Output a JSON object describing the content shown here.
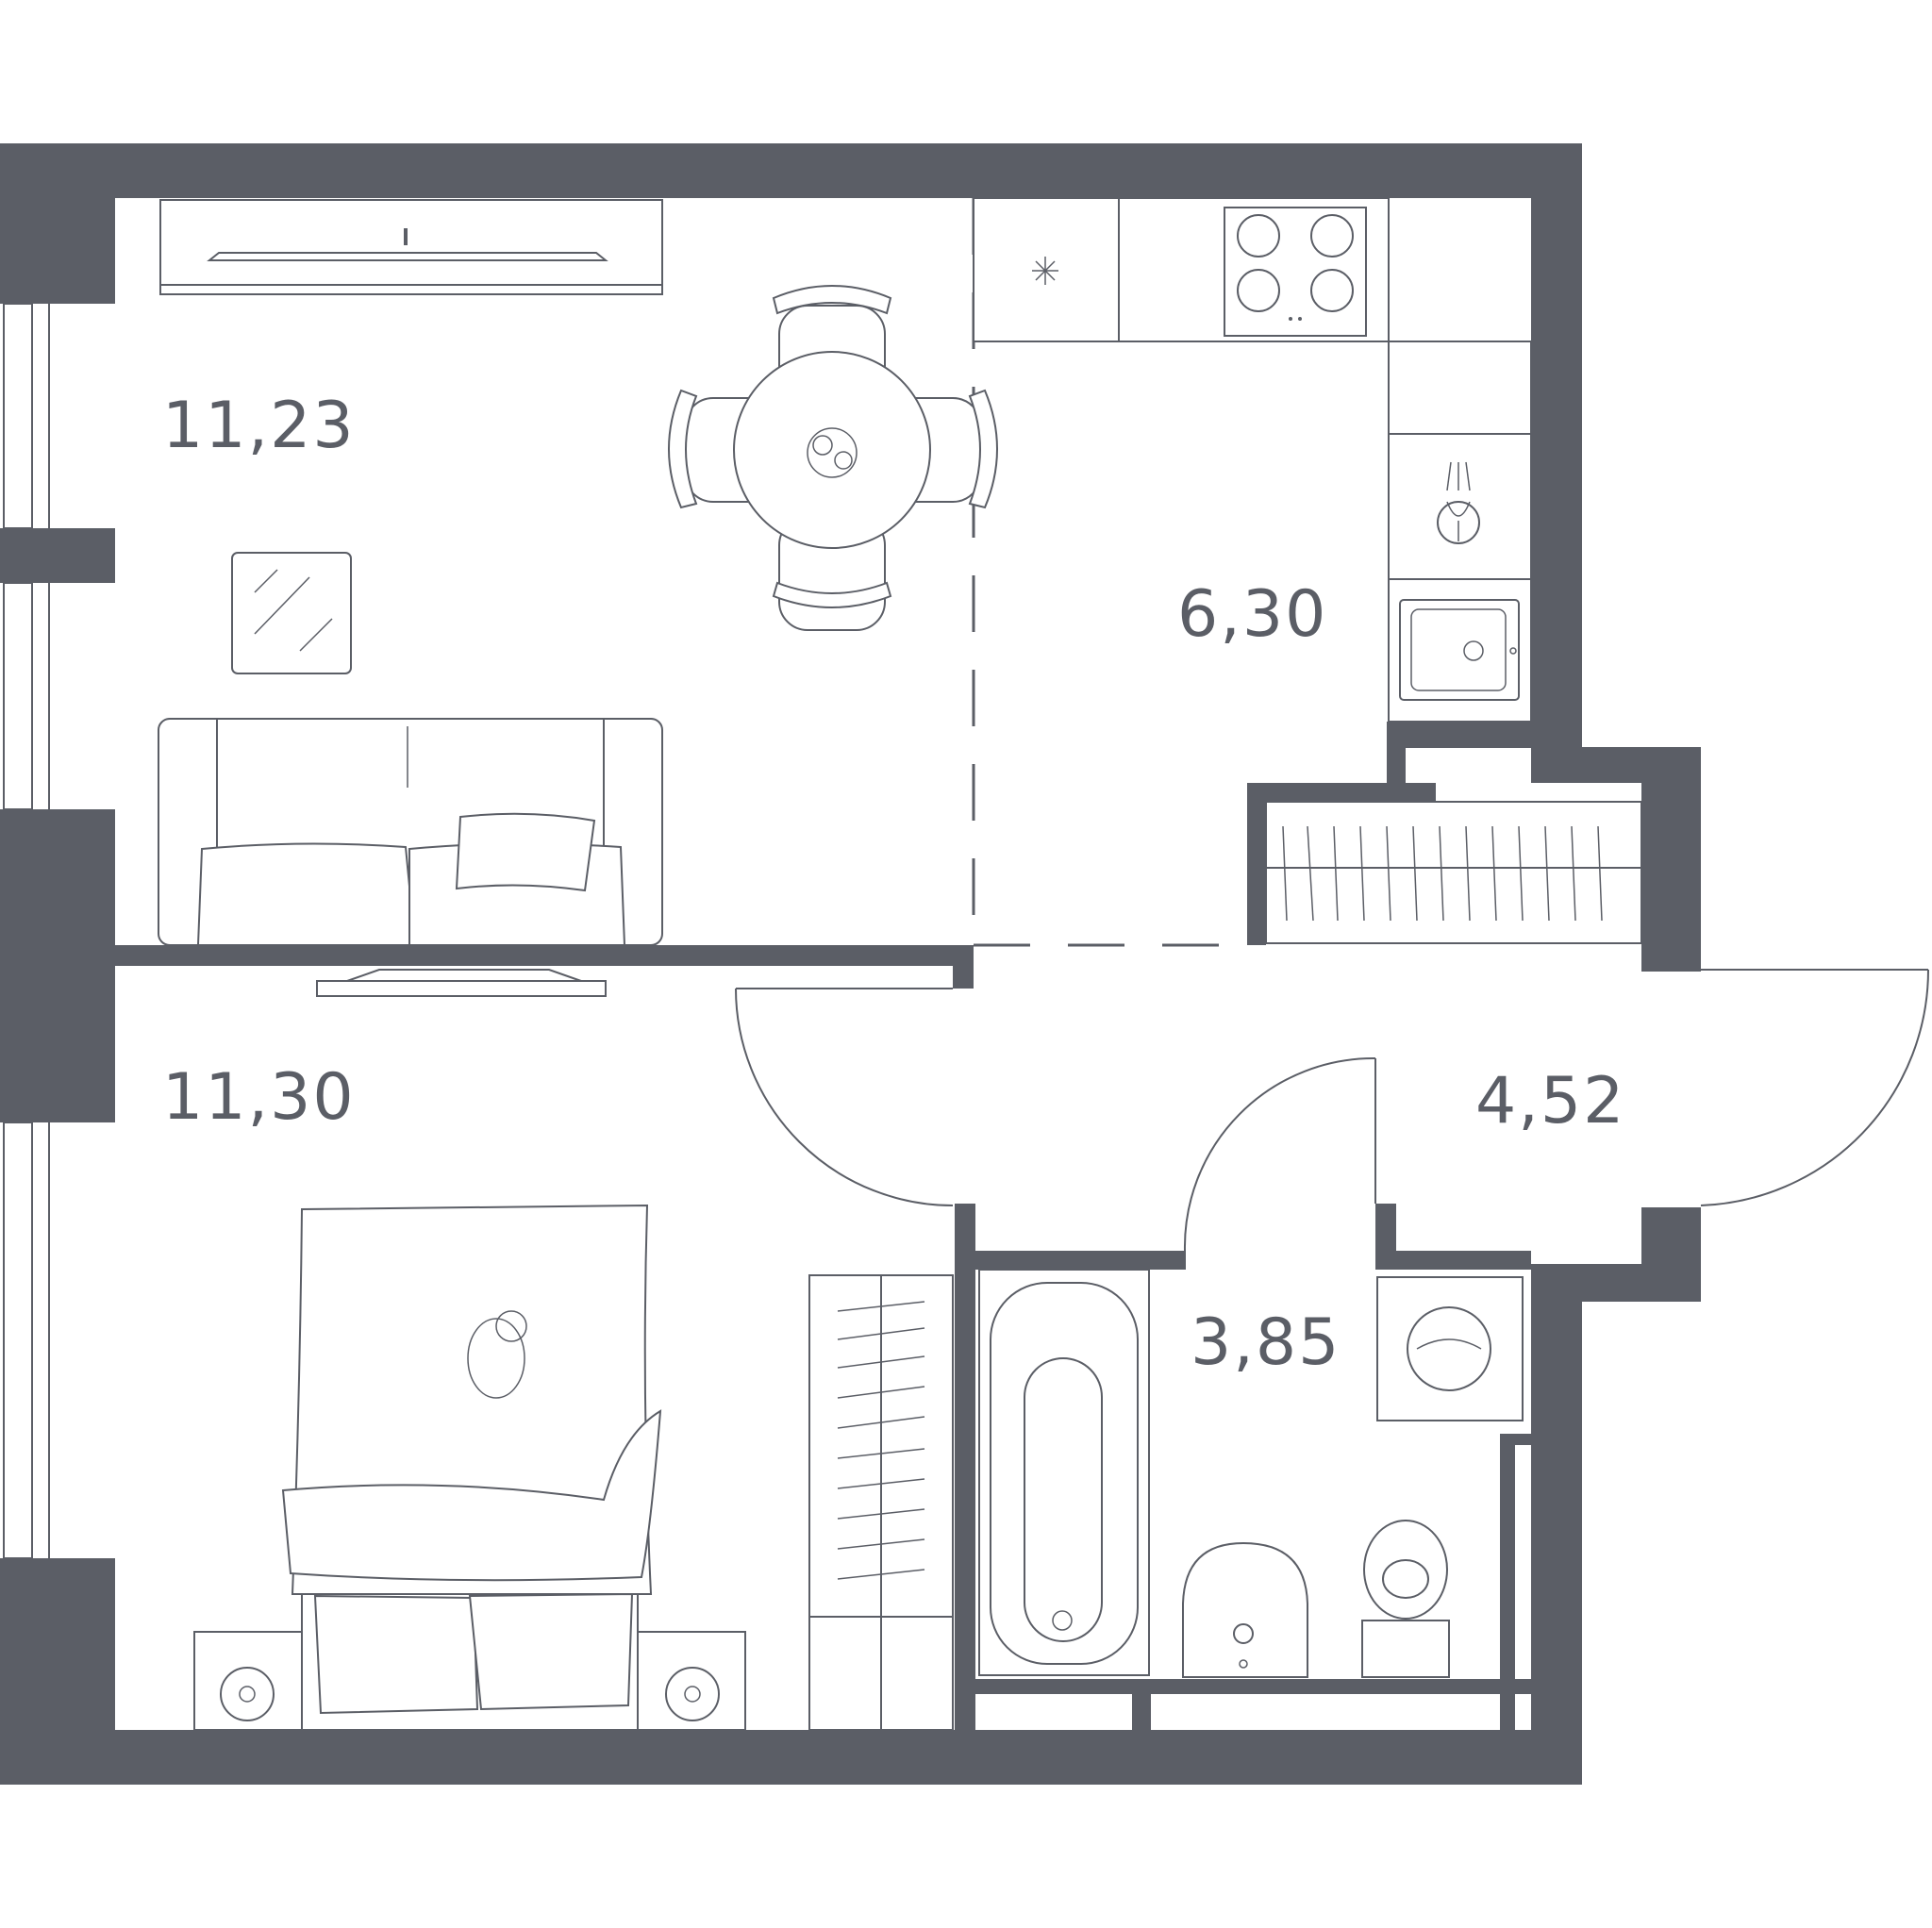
{
  "plan": {
    "wall_color": "#5b5e66",
    "background_color": "#ffffff",
    "rooms": [
      {
        "id": "living",
        "area": "11,23"
      },
      {
        "id": "kitchen",
        "area": "6,30"
      },
      {
        "id": "bedroom",
        "area": "11,30"
      },
      {
        "id": "hall",
        "area": "4,52"
      },
      {
        "id": "bathroom",
        "area": "3,85"
      }
    ]
  }
}
